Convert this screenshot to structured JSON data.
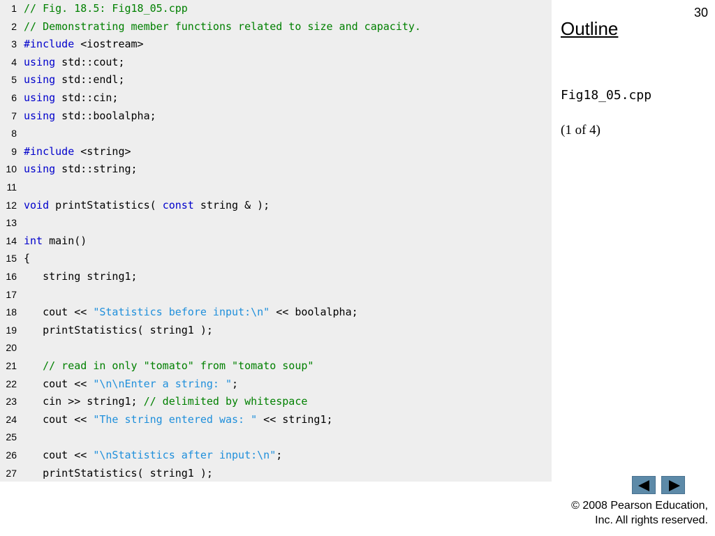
{
  "slide": {
    "number": "30"
  },
  "outline": {
    "title": "Outline",
    "file_label": "Fig18_05.cpp",
    "page_indicator": "(1 of 4)"
  },
  "navigation": {
    "prev_icon": "arrow-left-icon",
    "next_icon": "arrow-right-icon",
    "button_color": "#5d8aa8"
  },
  "footer": {
    "copyright_line1": "© 2008 Pearson Education,",
    "copyright_line2": "Inc.  All rights reserved."
  },
  "colors": {
    "keyword": "#0000cc",
    "comment": "#008000",
    "string": "#1f8fdb",
    "code_background": "#eeeeee"
  },
  "code": {
    "lines": [
      {
        "num": "1",
        "tokens": [
          {
            "t": "// Fig. 18.5: Fig18_05.cpp",
            "c": "cm"
          }
        ]
      },
      {
        "num": "2",
        "tokens": [
          {
            "t": "// Demonstrating member functions related to size and capacity.",
            "c": "cm"
          }
        ]
      },
      {
        "num": "3",
        "tokens": [
          {
            "t": "#include",
            "c": "kw"
          },
          {
            "t": " <iostream>",
            "c": "tx"
          }
        ]
      },
      {
        "num": "4",
        "tokens": [
          {
            "t": "using",
            "c": "kw"
          },
          {
            "t": " std::cout;",
            "c": "tx"
          }
        ]
      },
      {
        "num": "5",
        "tokens": [
          {
            "t": "using",
            "c": "kw"
          },
          {
            "t": " std::endl;",
            "c": "tx"
          }
        ]
      },
      {
        "num": "6",
        "tokens": [
          {
            "t": "using",
            "c": "kw"
          },
          {
            "t": " std::cin;",
            "c": "tx"
          }
        ]
      },
      {
        "num": "7",
        "tokens": [
          {
            "t": "using",
            "c": "kw"
          },
          {
            "t": " std::boolalpha;",
            "c": "tx"
          }
        ]
      },
      {
        "num": "8",
        "tokens": []
      },
      {
        "num": "9",
        "tokens": [
          {
            "t": "#include",
            "c": "kw"
          },
          {
            "t": " <string>",
            "c": "tx"
          }
        ]
      },
      {
        "num": "10",
        "tokens": [
          {
            "t": "using",
            "c": "kw"
          },
          {
            "t": " std::string;",
            "c": "tx"
          }
        ]
      },
      {
        "num": "11",
        "tokens": []
      },
      {
        "num": "12",
        "tokens": [
          {
            "t": "void",
            "c": "kw"
          },
          {
            "t": " printStatistics( ",
            "c": "tx"
          },
          {
            "t": "const",
            "c": "kw"
          },
          {
            "t": " string & );",
            "c": "tx"
          }
        ]
      },
      {
        "num": "13",
        "tokens": []
      },
      {
        "num": "14",
        "tokens": [
          {
            "t": "int",
            "c": "kw"
          },
          {
            "t": " main()",
            "c": "tx"
          }
        ]
      },
      {
        "num": "15",
        "tokens": [
          {
            "t": "{",
            "c": "tx"
          }
        ]
      },
      {
        "num": "16",
        "tokens": [
          {
            "t": "   string string1;",
            "c": "tx"
          }
        ]
      },
      {
        "num": "17",
        "tokens": []
      },
      {
        "num": "18",
        "tokens": [
          {
            "t": "   cout << ",
            "c": "tx"
          },
          {
            "t": "\"Statistics before input:\\n\"",
            "c": "st"
          },
          {
            "t": " << boolalpha;",
            "c": "tx"
          }
        ]
      },
      {
        "num": "19",
        "tokens": [
          {
            "t": "   printStatistics( string1 );",
            "c": "tx"
          }
        ]
      },
      {
        "num": "20",
        "tokens": []
      },
      {
        "num": "21",
        "tokens": [
          {
            "t": "   // read in only \"tomato\" from \"tomato soup\"",
            "c": "cm"
          }
        ]
      },
      {
        "num": "22",
        "tokens": [
          {
            "t": "   cout << ",
            "c": "tx"
          },
          {
            "t": "\"\\n\\nEnter a string: \"",
            "c": "st"
          },
          {
            "t": ";",
            "c": "tx"
          }
        ]
      },
      {
        "num": "23",
        "tokens": [
          {
            "t": "   cin >> string1; ",
            "c": "tx"
          },
          {
            "t": "// delimited by whitespace",
            "c": "cm"
          }
        ]
      },
      {
        "num": "24",
        "tokens": [
          {
            "t": "   cout << ",
            "c": "tx"
          },
          {
            "t": "\"The string entered was: \"",
            "c": "st"
          },
          {
            "t": " << string1;",
            "c": "tx"
          }
        ]
      },
      {
        "num": "25",
        "tokens": []
      },
      {
        "num": "26",
        "tokens": [
          {
            "t": "   cout << ",
            "c": "tx"
          },
          {
            "t": "\"\\nStatistics after input:\\n\"",
            "c": "st"
          },
          {
            "t": ";",
            "c": "tx"
          }
        ]
      },
      {
        "num": "27",
        "tokens": [
          {
            "t": "   printStatistics( string1 );",
            "c": "tx"
          }
        ]
      }
    ]
  }
}
